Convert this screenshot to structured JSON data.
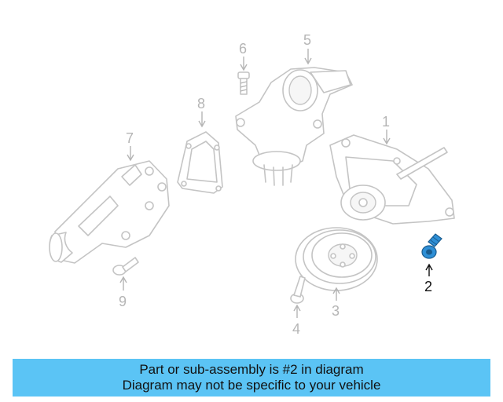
{
  "callouts": [
    {
      "id": "1",
      "label": "1",
      "highlight": false
    },
    {
      "id": "2",
      "label": "2",
      "highlight": true
    },
    {
      "id": "3",
      "label": "3",
      "highlight": false
    },
    {
      "id": "4",
      "label": "4",
      "highlight": false
    },
    {
      "id": "5",
      "label": "5",
      "highlight": false
    },
    {
      "id": "6",
      "label": "6",
      "highlight": false
    },
    {
      "id": "7",
      "label": "7",
      "highlight": false
    },
    {
      "id": "8",
      "label": "8",
      "highlight": false
    },
    {
      "id": "9",
      "label": "9",
      "highlight": false
    }
  ],
  "colors": {
    "highlight_part": "#2e8fd6",
    "banner_background": "#5bc4f5",
    "line_art": "#c4c4c4"
  },
  "banner": {
    "line1": "Part or sub-assembly is #2 in diagram",
    "line2": "Diagram may not be specific to your vehicle"
  }
}
